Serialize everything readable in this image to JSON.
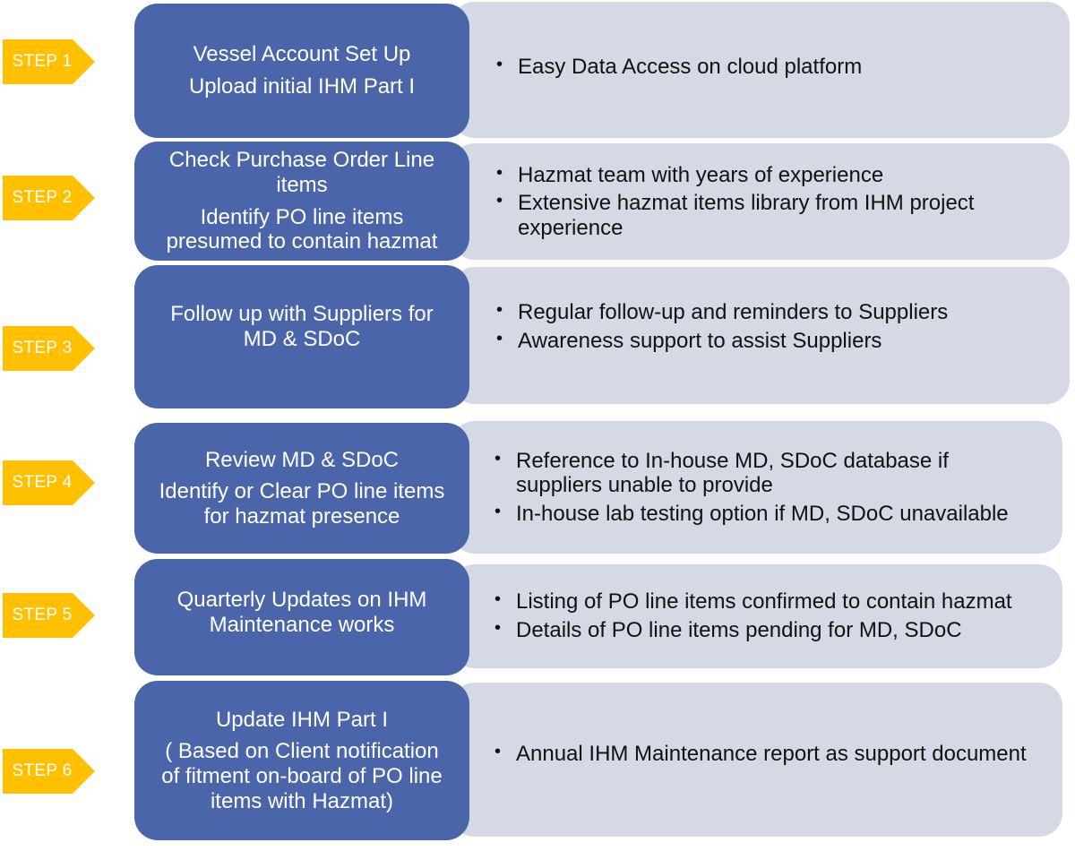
{
  "colors": {
    "step_arrow": "#ffc000",
    "step_box": "#4a65a9",
    "detail_box": "#d5d8e5"
  },
  "steps": [
    {
      "label": "STEP 1",
      "title_lines": [
        "Vessel Account Set Up",
        "Upload initial IHM Part  I"
      ],
      "bullets": [
        "Easy Data Access on cloud platform"
      ]
    },
    {
      "label": "STEP 2",
      "title_lines": [
        "Check Purchase Order Line items",
        "Identify PO line items presumed to contain hazmat"
      ],
      "bullets": [
        "Hazmat team with years of experience",
        "Extensive hazmat items library from IHM project experience"
      ]
    },
    {
      "label": "STEP 3",
      "title_lines": [
        "Follow up with Suppliers for MD & SDoC"
      ],
      "bullets": [
        "Regular follow-up and reminders to Suppliers",
        "Awareness support to assist Suppliers"
      ]
    },
    {
      "label": "STEP 4",
      "title_lines": [
        "Review MD & SDoC",
        "Identify  or Clear PO line items for hazmat presence"
      ],
      "bullets": [
        "Reference to In-house MD, SDoC database if suppliers unable to provide",
        "In-house lab testing option if MD, SDoC unavailable"
      ]
    },
    {
      "label": "STEP 5",
      "title_lines": [
        "Quarterly Updates on IHM Maintenance works"
      ],
      "bullets": [
        "Listing of PO line items confirmed to contain hazmat",
        "Details of PO line items pending for MD, SDoC"
      ]
    },
    {
      "label": "STEP 6",
      "title_lines": [
        "Update IHM Part I",
        "( Based on Client notification of fitment on-board of PO line items with Hazmat)"
      ],
      "bullets": [
        "Annual IHM Maintenance report as support document"
      ]
    }
  ]
}
